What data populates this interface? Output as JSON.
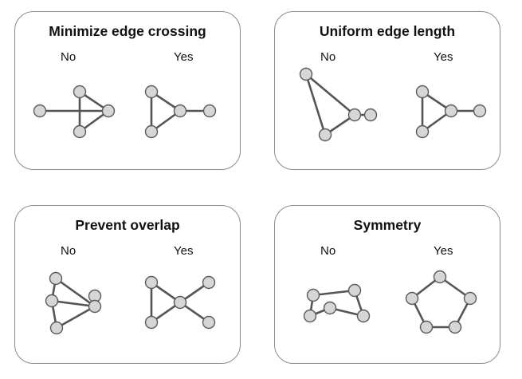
{
  "panels": [
    {
      "title": "Minimize edge crossing",
      "no_label": "No",
      "yes_label": "Yes"
    },
    {
      "title": "Uniform edge length",
      "no_label": "No",
      "yes_label": "Yes"
    },
    {
      "title": "Prevent overlap",
      "no_label": "No",
      "yes_label": "Yes"
    },
    {
      "title": "Symmetry",
      "no_label": "No",
      "yes_label": "Yes"
    }
  ]
}
